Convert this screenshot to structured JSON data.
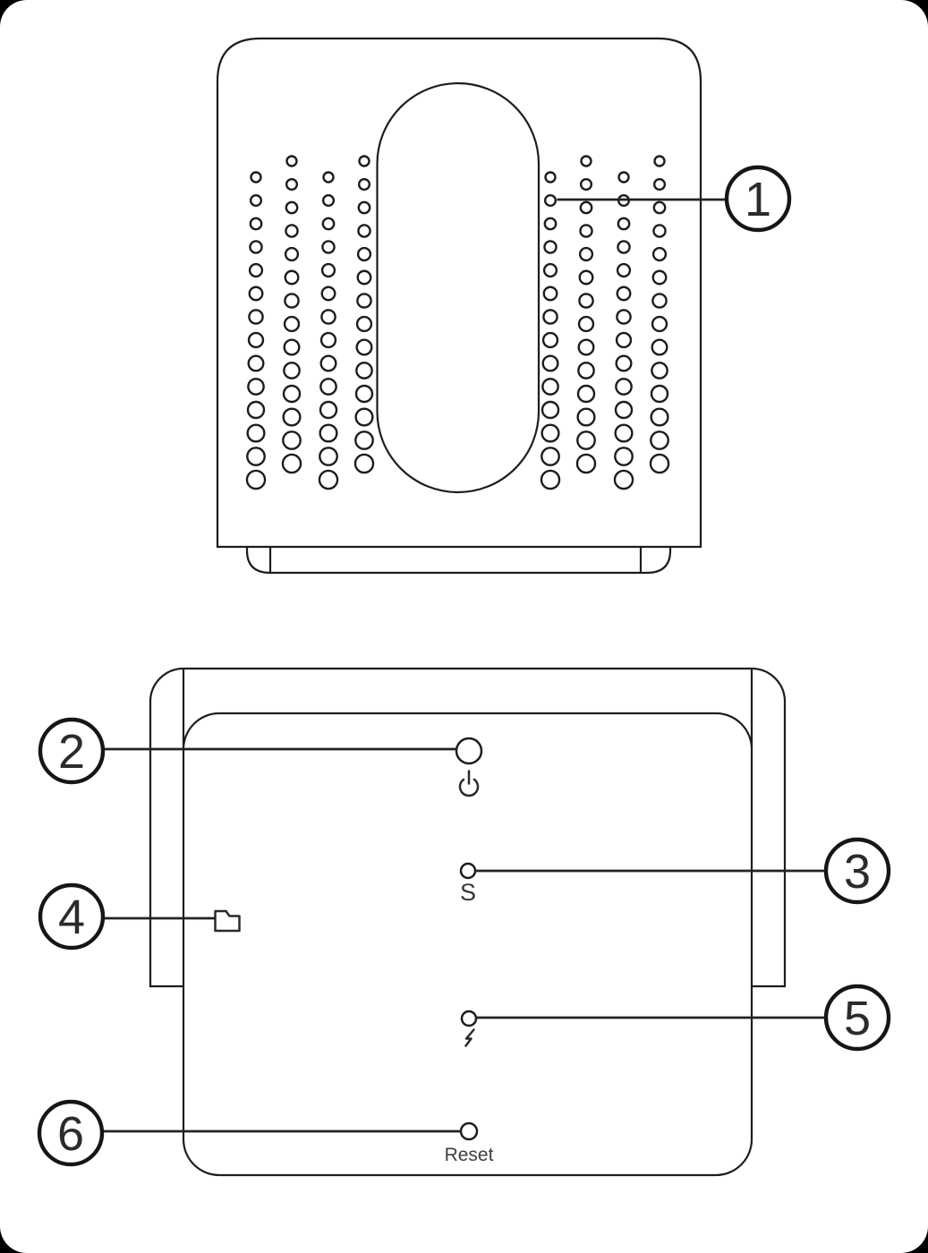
{
  "figure": {
    "callouts": [
      {
        "label": "1"
      },
      {
        "label": "2"
      },
      {
        "label": "3"
      },
      {
        "label": "4"
      },
      {
        "label": "5"
      },
      {
        "label": "6"
      }
    ],
    "back_panel": {
      "s_label": "S",
      "reset_label": "Reset",
      "icons": [
        "power-icon",
        "folder-icon",
        "lightning-icon"
      ]
    },
    "colors": {
      "line": "#1d1d1b",
      "background": "#ffffff",
      "frame": "#000000"
    }
  }
}
